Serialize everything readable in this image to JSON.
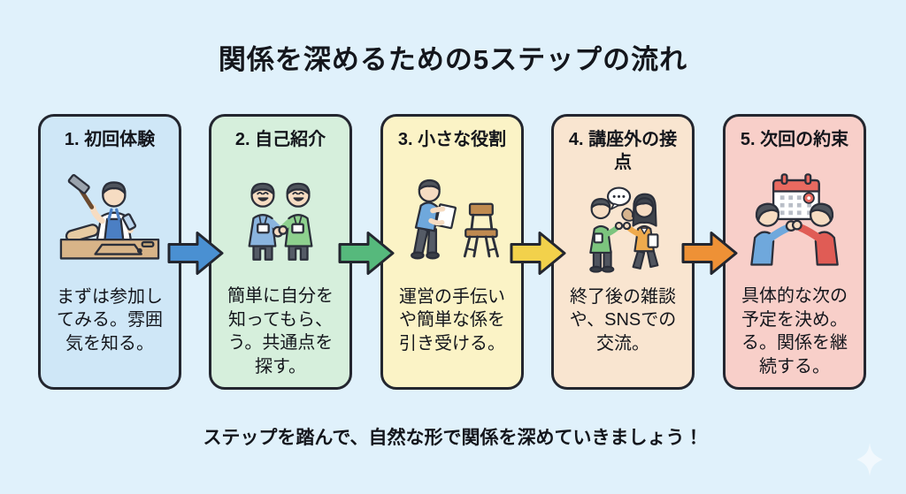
{
  "page": {
    "background": "#e0f1fb",
    "text_color": "#14161c",
    "card_border_color": "#23262f",
    "title": "関係を深めるための5ステップの流れ",
    "footer": "ステップを踏んで、自然な形で関係を深めていきましょう！"
  },
  "steps": [
    {
      "heading": "1. 初回体験",
      "body": "まずは参加してみる。雰囲気を知る。",
      "bg": "#cfe7f7",
      "icon": "woodworking-illustration"
    },
    {
      "heading": "2. 自己紹介",
      "body": "簡単に自分を知ってもら、う。共通点を探す。",
      "bg": "#d6efdc",
      "icon": "handshake-illustration"
    },
    {
      "heading": "3. 小さな役割",
      "body": "運営の手伝いや簡単な係を引き受ける。",
      "bg": "#fbf3c6",
      "icon": "volunteer-chair-illustration"
    },
    {
      "heading": "4. 講座外の接点",
      "body": "終了後の雑談や、SNSでの交流。",
      "bg": "#f9e5d0",
      "icon": "chat-illustration"
    },
    {
      "heading": "5. 次回の約束",
      "body": "具体的な次の予定を決め。る。関係を継続する。",
      "bg": "#f8cfc9",
      "icon": "promise-calendar-illustration"
    }
  ],
  "arrows": [
    {
      "color": "#4a90d2"
    },
    {
      "color": "#56b97c"
    },
    {
      "color": "#f2d14b"
    },
    {
      "color": "#ee9136"
    }
  ],
  "sparkle": {
    "color": "#ffffff"
  }
}
